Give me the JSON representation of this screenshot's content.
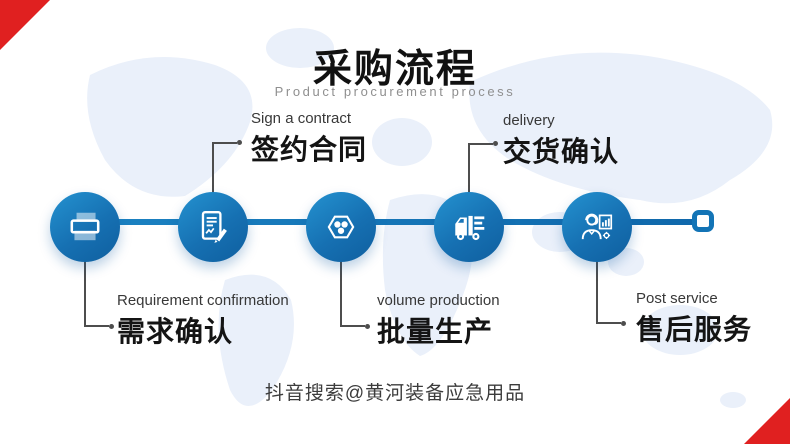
{
  "header": {
    "title": "采购流程",
    "subtitle": "Product procurement process"
  },
  "steps": [
    {
      "en": "Requirement confirmation",
      "zh": "需求确认",
      "icon": "printer-icon",
      "label_position": "below"
    },
    {
      "en": "Sign a contract",
      "zh": "签约合同",
      "icon": "contract-signing-icon",
      "label_position": "above"
    },
    {
      "en": "volume production",
      "zh": "批量生产",
      "icon": "production-hexagon-icon",
      "label_position": "below"
    },
    {
      "en": "delivery",
      "zh": "交货确认",
      "icon": "delivery-truck-icon",
      "label_position": "above"
    },
    {
      "en": "Post service",
      "zh": "售后服务",
      "icon": "customer-service-icon",
      "label_position": "below"
    }
  ],
  "footer": {
    "caption": "抖音搜索@黄河装备应急用品"
  },
  "colors": {
    "node_blue": "#1b7abc",
    "line_blue": "#1271b3",
    "connector_gray": "#4d4d4d",
    "corner_accent_red": "#e02020",
    "subtitle_gray": "#8f8f8f",
    "map_tint": "#eaf0fa"
  }
}
